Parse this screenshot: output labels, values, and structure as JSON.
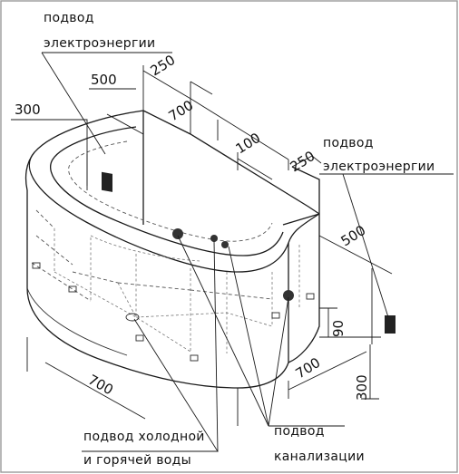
{
  "labels": {
    "power_left_line1": "подвод",
    "power_left_line2": "электроэнергии",
    "power_right_line1": "подвод",
    "power_right_line2": "электроэнергии",
    "water_line1": "подвод холодной",
    "water_line2": "и горячей воды",
    "sewer_line1": "подвод",
    "sewer_line2": "канализации"
  },
  "dimensions": {
    "d_500_left": "500",
    "d_300_left": "300",
    "d_250_top": "250",
    "d_700_top": "700",
    "d_100": "100",
    "d_250_right": "250",
    "d_500_right": "500",
    "d_90": "90",
    "d_700_right": "700",
    "d_300_right": "300",
    "d_700_bottom": "700"
  }
}
